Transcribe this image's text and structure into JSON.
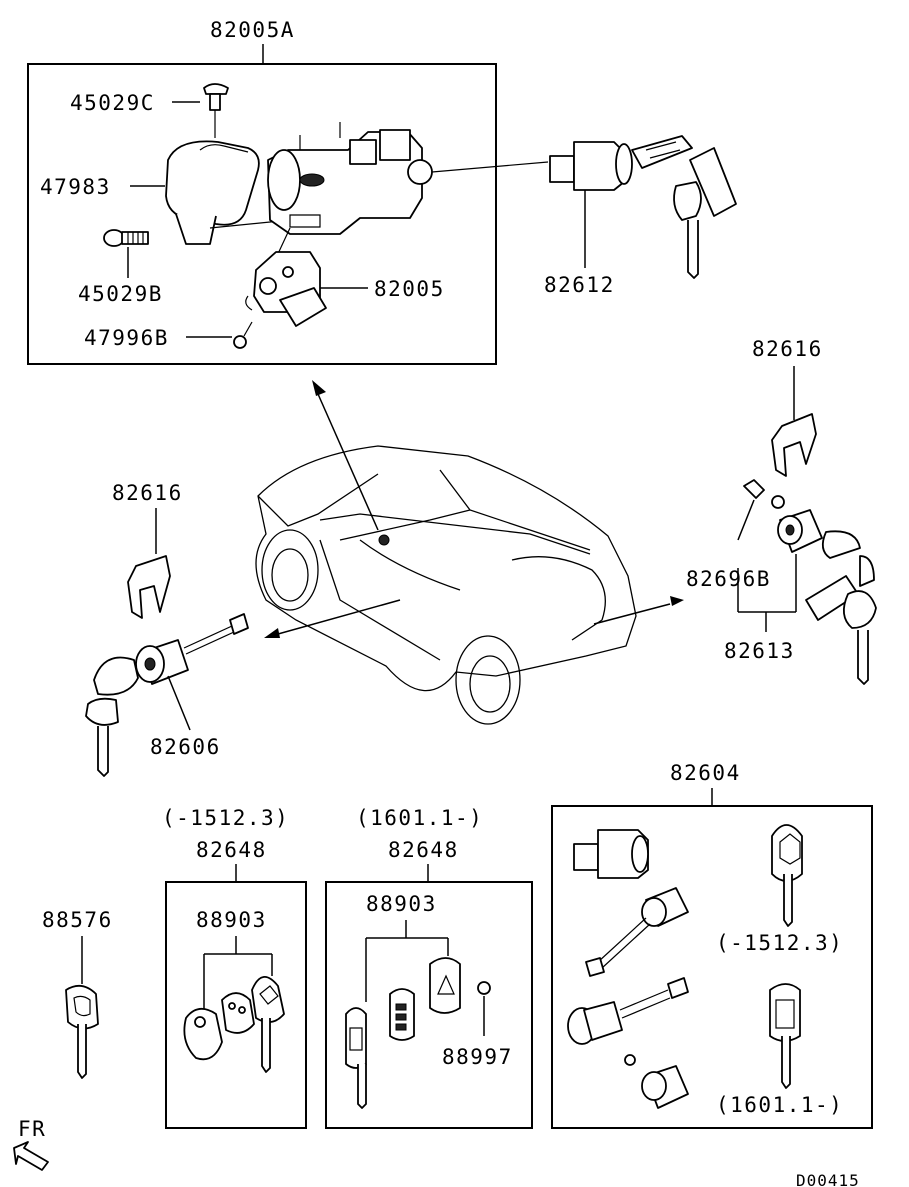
{
  "callouts": {
    "assy_82005A": "82005A",
    "p45029C": "45029C",
    "p47983": "47983",
    "p45029B": "45029B",
    "p82005": "82005",
    "p47996B": "47996B",
    "p82612": "82612",
    "p82616_right": "82616",
    "p82616_left": "82616",
    "p82696B": "82696B",
    "p82613": "82613",
    "p82606": "82606",
    "p82604": "82604",
    "p88576": "88576",
    "p82648_a": "82648",
    "range_a": "(-1512.3)",
    "p88903_a": "88903",
    "p82648_b": "82648",
    "range_b": "(1601.1-)",
    "p88903_b": "88903",
    "p88997": "88997",
    "key_range_a": "(-1512.3)",
    "key_range_b": "(1601.1-)",
    "fr": "FR",
    "drawing_no": "D00415"
  },
  "icons": [
    "ignition-switch-icon",
    "steering-lock-icon",
    "key-icon",
    "door-lock-cylinder-icon",
    "car-body-icon",
    "fr-arrow-icon",
    "remote-fob-icon"
  ]
}
